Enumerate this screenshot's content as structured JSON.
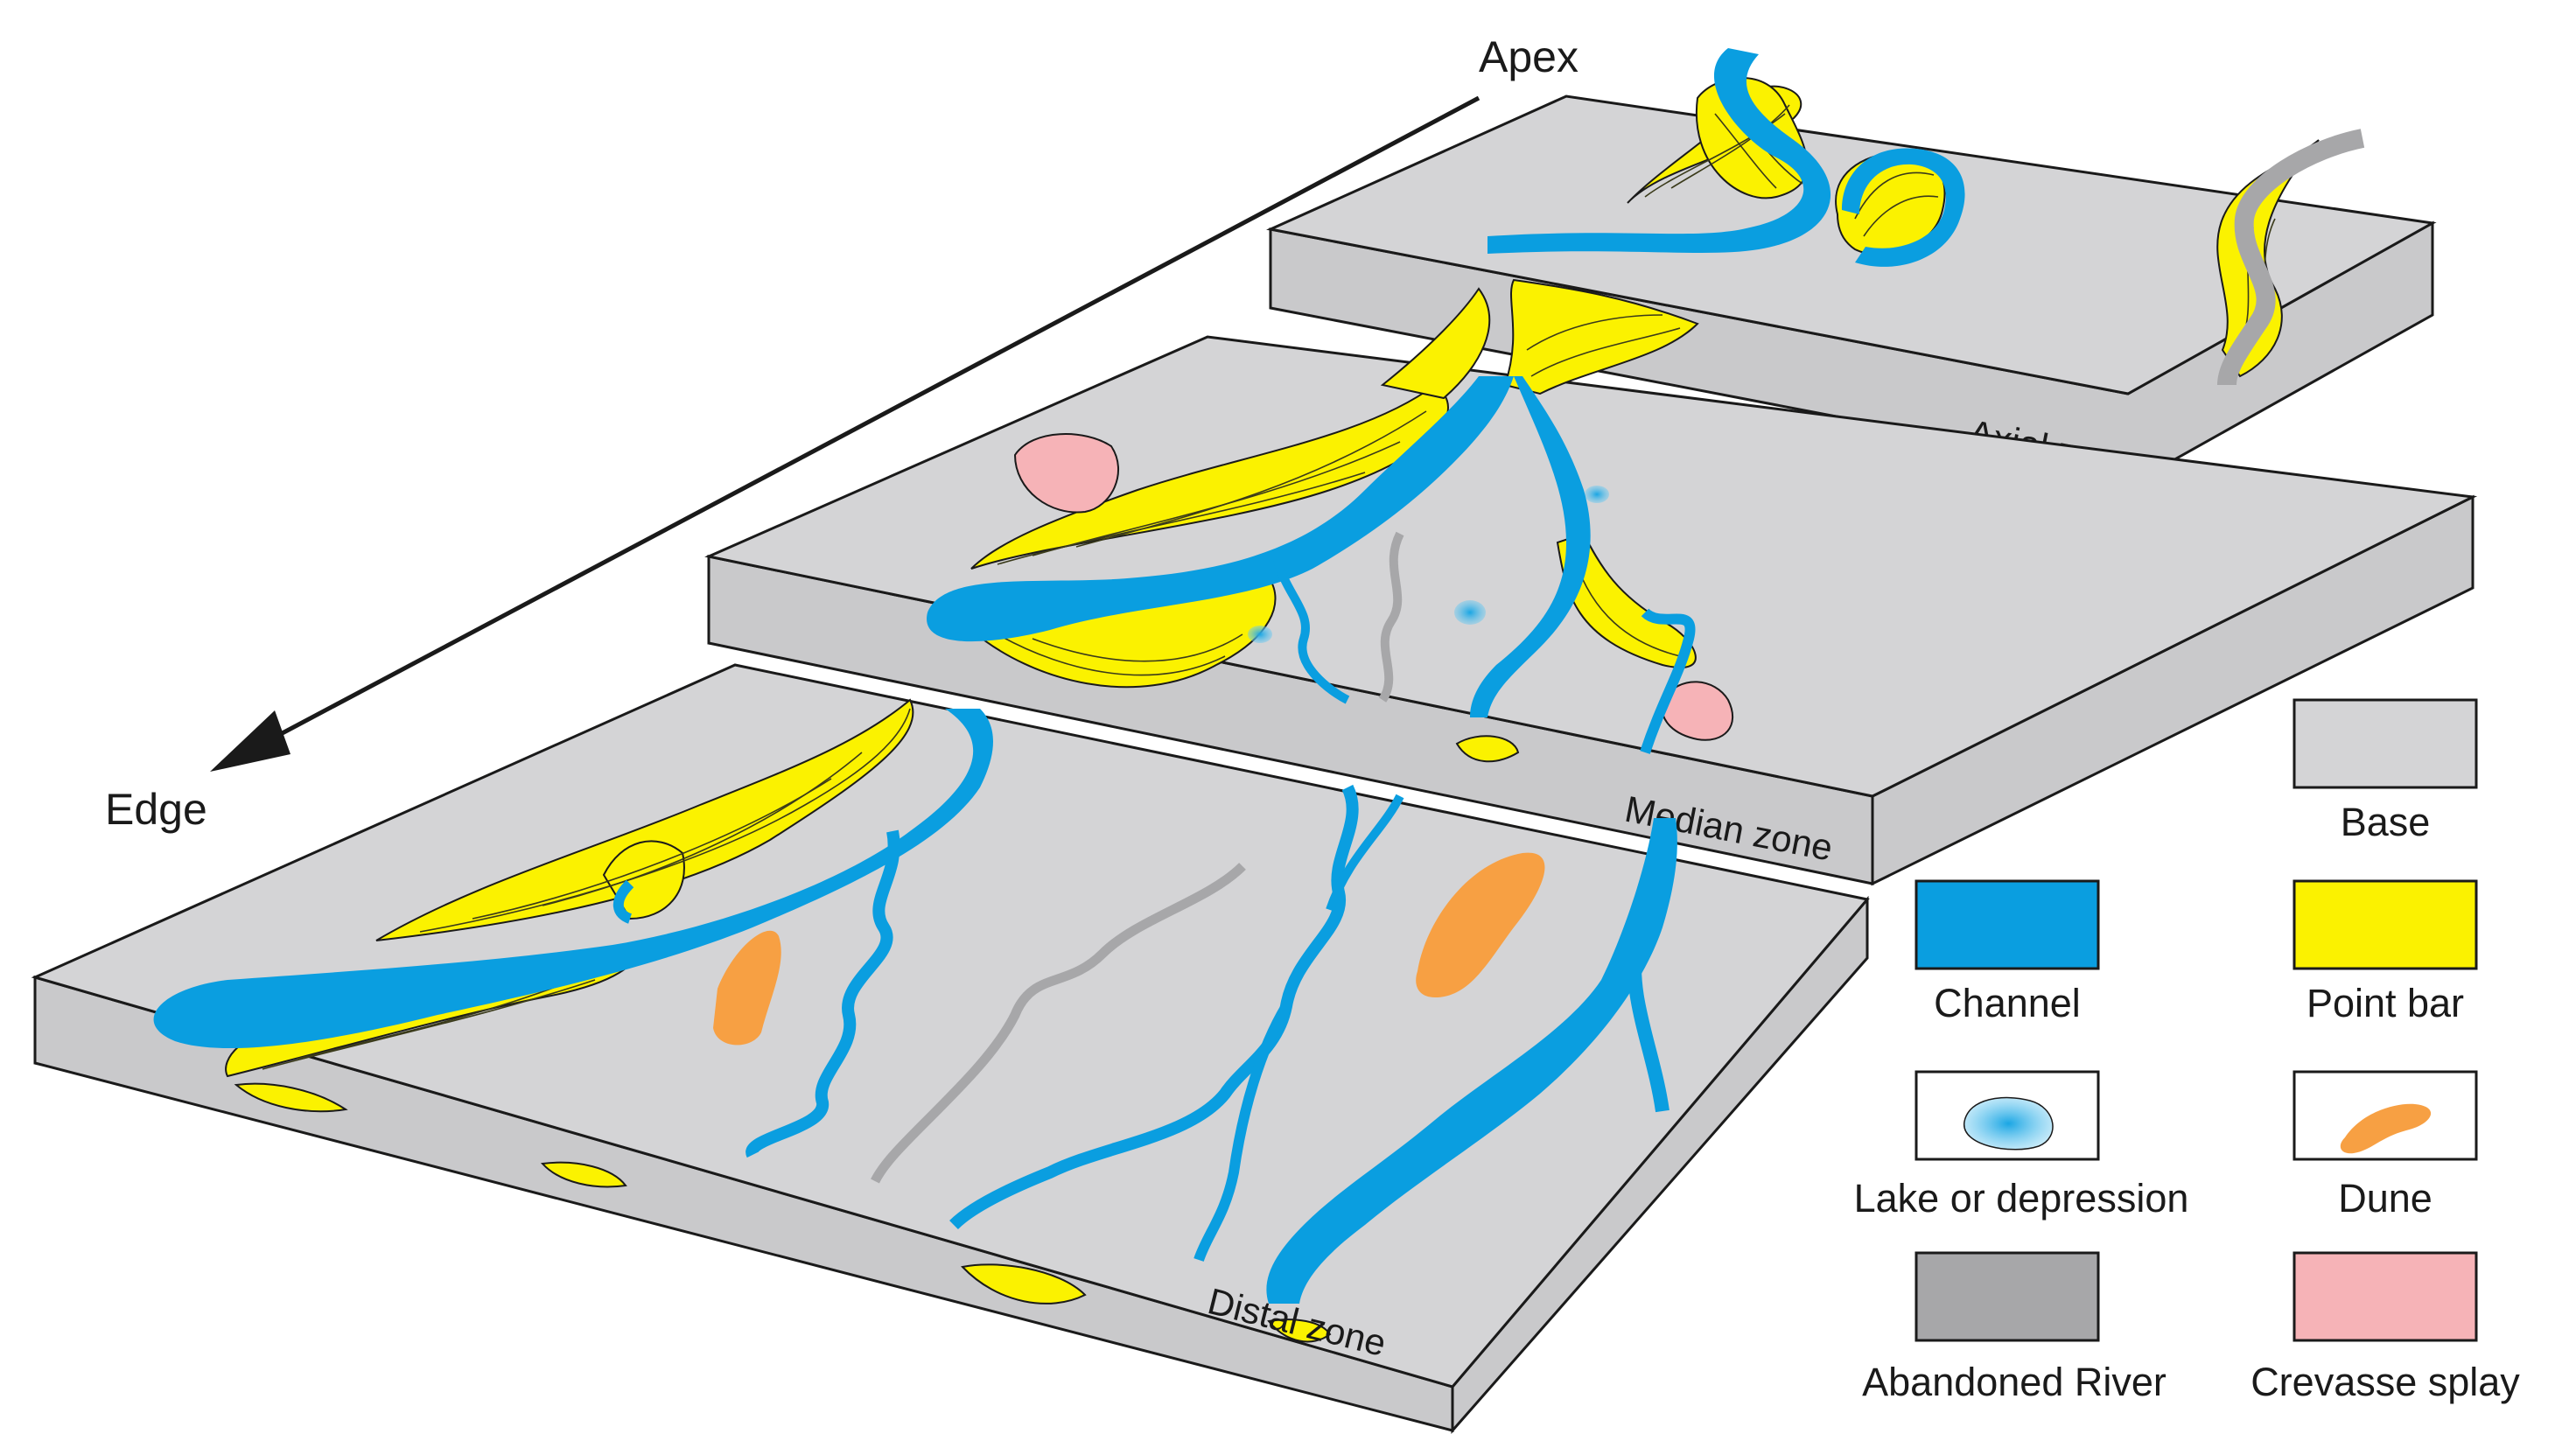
{
  "direction": {
    "start_label": "Apex",
    "end_label": "Edge"
  },
  "zones": [
    {
      "name": "Axial zone"
    },
    {
      "name": "Median zone"
    },
    {
      "name": "Distal zone"
    }
  ],
  "legend": [
    {
      "label": "Base",
      "color": "#d4d4d6"
    },
    {
      "label": "Point bar",
      "color": "#fbf200"
    },
    {
      "label": "Channel",
      "color": "#0a9ee0"
    },
    {
      "label": "Lake or depression",
      "color": "#1aa6e4"
    },
    {
      "label": "Dune",
      "color": "#f7a043"
    },
    {
      "label": "Abandoned River",
      "color": "#a7a7a9"
    },
    {
      "label": "Crevasse splay",
      "color": "#f6b3b7"
    }
  ],
  "colors": {
    "base_top": "#d4d4d6",
    "base_side": "#c9c9cb",
    "outline": "#1a1a1a",
    "channel": "#0a9ee0",
    "point_bar": "#fbf200",
    "dune": "#f7a043",
    "abandoned": "#a7a7a9",
    "crevasse": "#f6b3b7"
  }
}
